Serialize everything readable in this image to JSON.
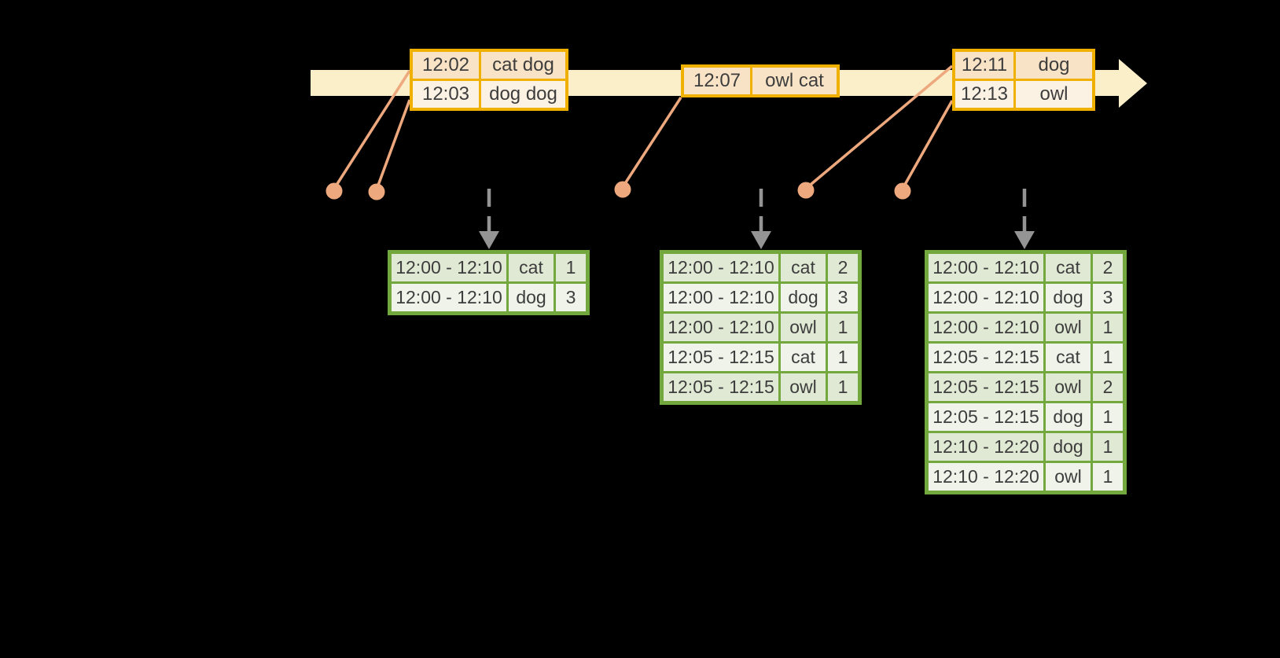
{
  "diagram": {
    "kind": "streaming windowed word-count timeline",
    "colors": {
      "background": "#000000",
      "timeline_band": "#faefc9",
      "event_table_border": "#f0b000",
      "event_row_dark": "#f9e3c6",
      "event_row_light": "#fcf2e3",
      "connector": "#eda87d",
      "trigger_arrow": "#949494",
      "result_table_border": "#72a83e",
      "result_row_dark": "#e0e9d4",
      "result_row_light": "#eff3ea",
      "text": "#3d3d3d"
    },
    "icons": [
      {
        "name": "timeline-arrow",
        "meaning": "time axis pointing right"
      },
      {
        "name": "event-dot",
        "meaning": "event occurrence on timeline"
      },
      {
        "name": "trigger-arrow",
        "meaning": "dashed arrow to result table"
      }
    ]
  },
  "event_tables": [
    {
      "rows": [
        {
          "time": "12:02",
          "words": "cat dog"
        },
        {
          "time": "12:03",
          "words": "dog dog"
        }
      ]
    },
    {
      "rows": [
        {
          "time": "12:07",
          "words": "owl cat"
        }
      ]
    },
    {
      "rows": [
        {
          "time": "12:11",
          "words": "dog"
        },
        {
          "time": "12:13",
          "words": "owl"
        }
      ]
    }
  ],
  "result_tables": [
    {
      "rows": [
        {
          "window": "12:00 - 12:10",
          "word": "cat",
          "count": "1"
        },
        {
          "window": "12:00 - 12:10",
          "word": "dog",
          "count": "3"
        }
      ]
    },
    {
      "rows": [
        {
          "window": "12:00 - 12:10",
          "word": "cat",
          "count": "2"
        },
        {
          "window": "12:00 - 12:10",
          "word": "dog",
          "count": "3"
        },
        {
          "window": "12:00 - 12:10",
          "word": "owl",
          "count": "1"
        },
        {
          "window": "12:05 - 12:15",
          "word": "cat",
          "count": "1"
        },
        {
          "window": "12:05 - 12:15",
          "word": "owl",
          "count": "1"
        }
      ]
    },
    {
      "rows": [
        {
          "window": "12:00 - 12:10",
          "word": "cat",
          "count": "2"
        },
        {
          "window": "12:00 - 12:10",
          "word": "dog",
          "count": "3"
        },
        {
          "window": "12:00 - 12:10",
          "word": "owl",
          "count": "1"
        },
        {
          "window": "12:05 - 12:15",
          "word": "cat",
          "count": "1"
        },
        {
          "window": "12:05 - 12:15",
          "word": "owl",
          "count": "2"
        },
        {
          "window": "12:05 - 12:15",
          "word": "dog",
          "count": "1"
        },
        {
          "window": "12:10 - 12:20",
          "word": "dog",
          "count": "1"
        },
        {
          "window": "12:10 - 12:20",
          "word": "owl",
          "count": "1"
        }
      ]
    }
  ]
}
